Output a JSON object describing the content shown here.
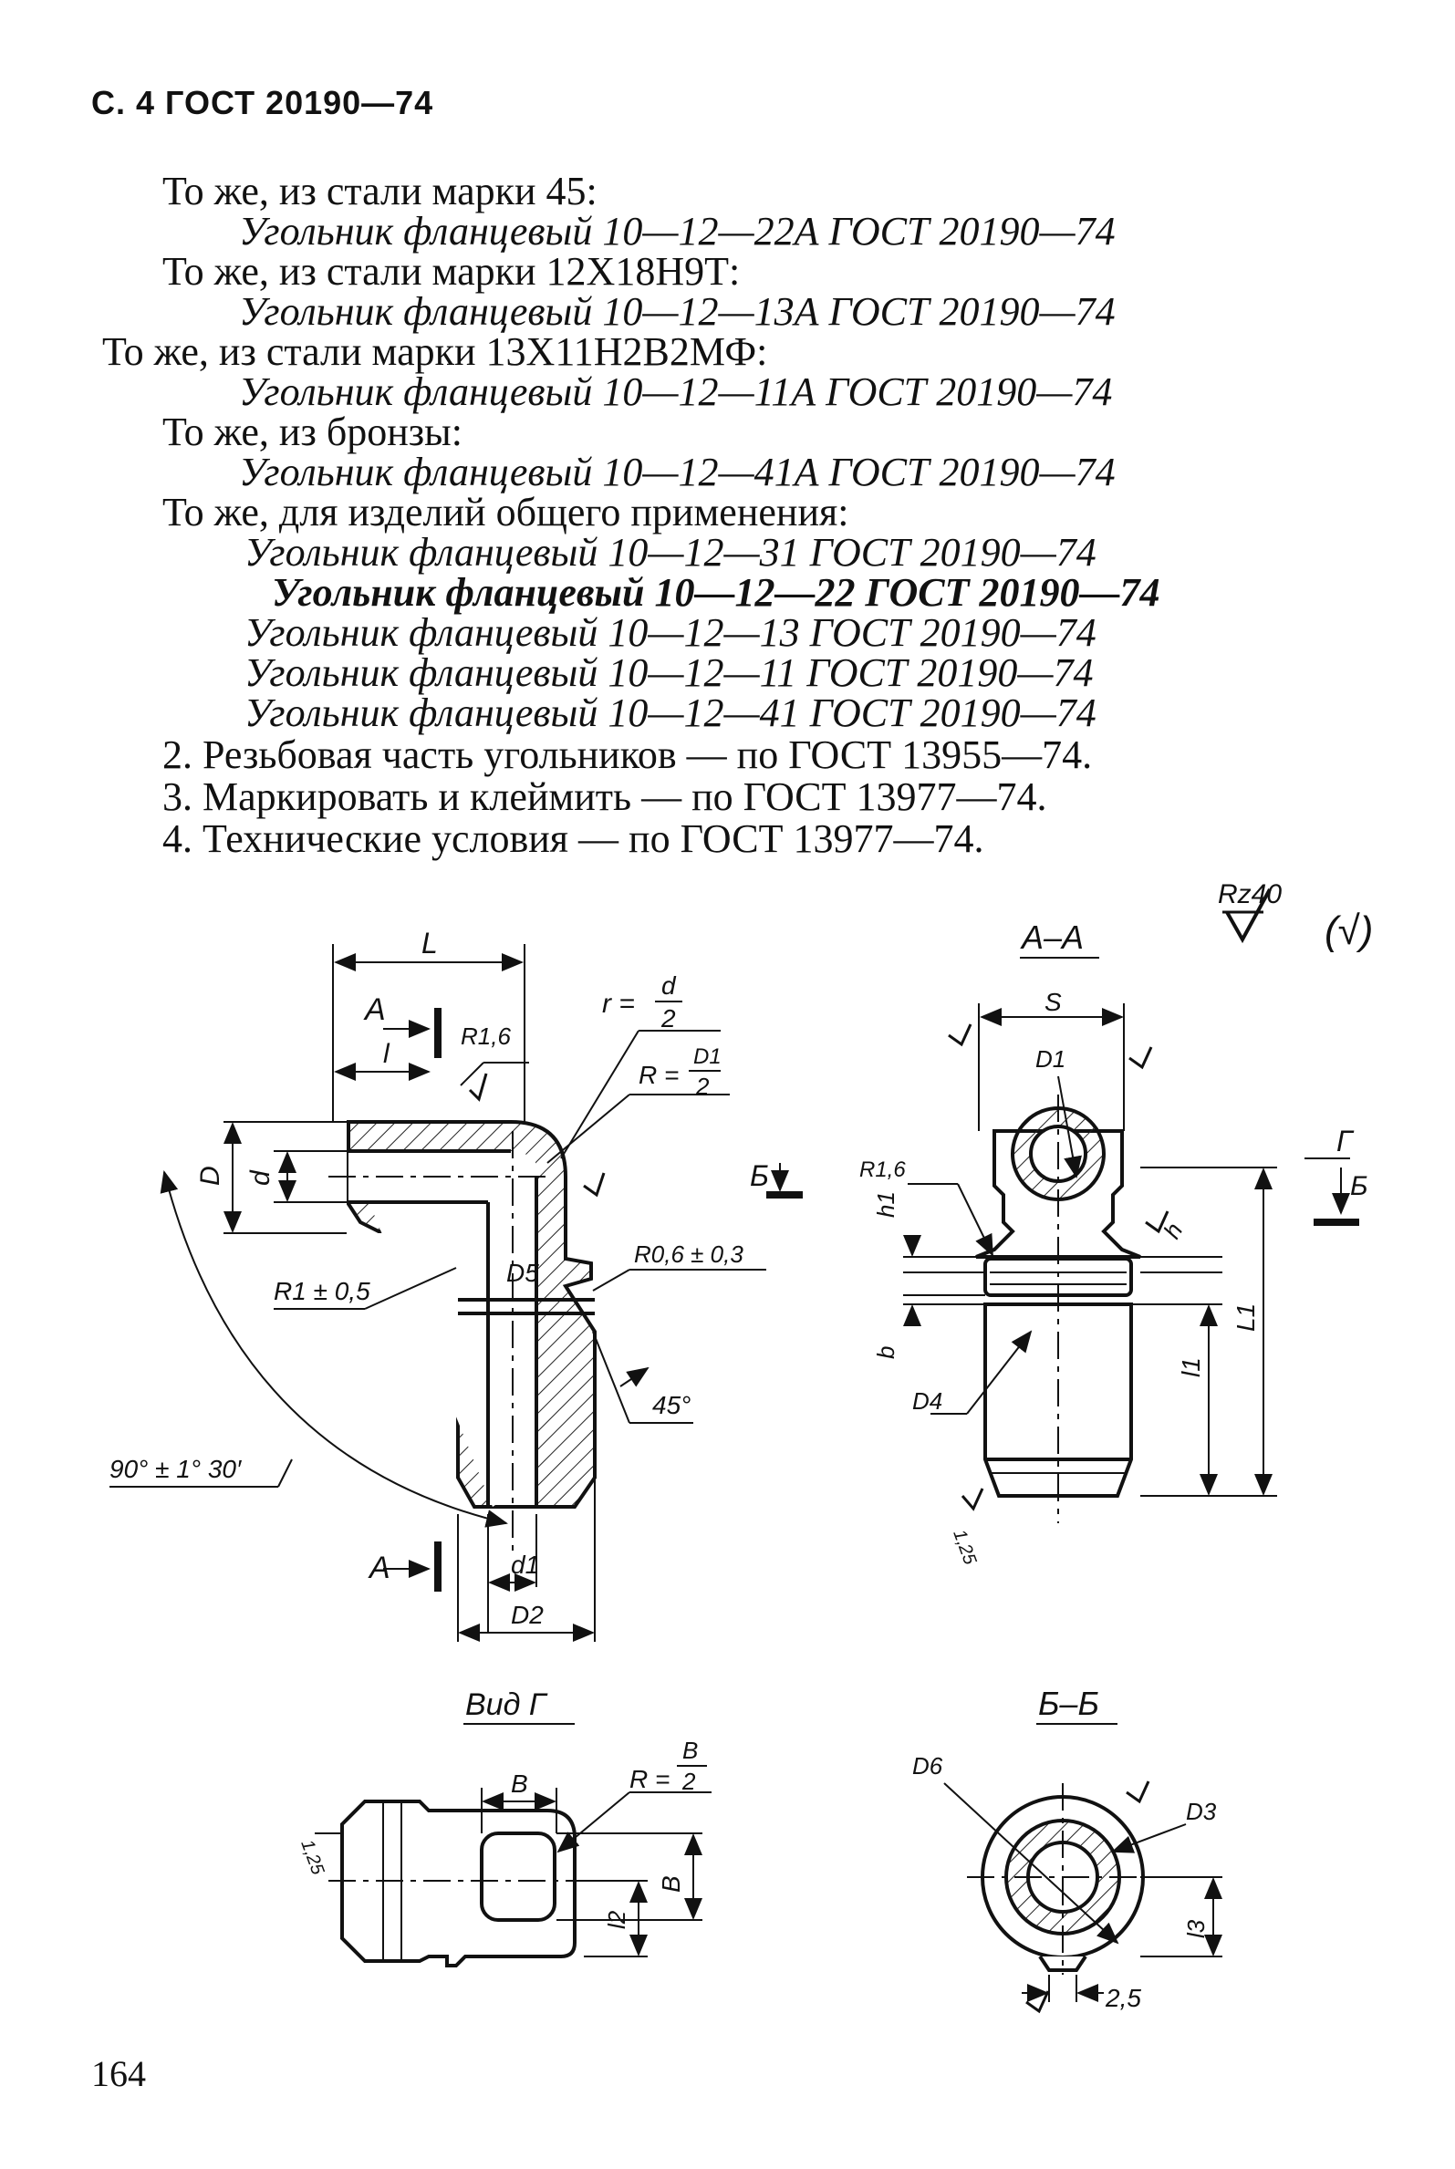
{
  "header": "С. 4 ГОСТ 20190—74",
  "text_lines": [
    "То же, из стали марки 45:",
    "Угольник фланцевый 10—12—22А ГОСТ 20190—74",
    "То же, из стали марки 12Х18Н9Т:",
    "Угольник фланцевый 10—12—13А ГОСТ 20190—74",
    "То же, из стали марки 13Х11Н2В2МФ:",
    "Угольник фланцевый 10—12—11А ГОСТ 20190—74",
    "То же, из бронзы:",
    "Угольник фланцевый 10—12—41А ГОСТ 20190—74",
    "То же, для изделий общего применения:",
    "Угольник фланцевый 10—12—31 ГОСТ 20190—74",
    "Угольник фланцевый 10—12—22 ГОСТ 20190—74",
    "Угольник фланцевый 10—12—13 ГОСТ 20190—74",
    "Угольник фланцевый 10—12—11 ГОСТ 20190—74",
    "Угольник фланцевый 10—12—41 ГОСТ 20190—74",
    "2. Резьбовая часть угольников — по ГОСТ 13955—74.",
    "3. Маркировать и клеймить — по ГОСТ 13977—74.",
    "4. Технические условия — по ГОСТ 13977—74."
  ],
  "drawing_labels": {
    "roughness": "Rz40",
    "roughness_paren": "(√)",
    "section_aa": "А–А",
    "view_g": "Вид Г",
    "section_bb": "Б–Б",
    "L": "L",
    "A": "А",
    "l": "l",
    "R16": "R1,6",
    "r_eq": "r =",
    "d_over": "d",
    "two": "2",
    "R_eq": "R =",
    "D1_over": "D1",
    "D": "D",
    "d": "d",
    "D5": "D5",
    "R06": "R0,6 ± 0,3",
    "R1": "R1 ± 0,5",
    "angle45": "45°",
    "angle90": "90° ± 1° 30′",
    "d1": "d1",
    "D2": "D2",
    "B_cut": "Б",
    "S": "S",
    "D1": "D1",
    "G": "Г",
    "h1": "h1",
    "h": "h",
    "b": "b",
    "L1": "L1",
    "l1": "l1",
    "D4": "D4",
    "r125": "1,25",
    "Bdim": "B",
    "R_B": "R =",
    "B_over": "B",
    "l2": "l2",
    "D6": "D6",
    "D3": "D3",
    "l3": "l3",
    "d25": "2,5"
  },
  "page_number": "164"
}
